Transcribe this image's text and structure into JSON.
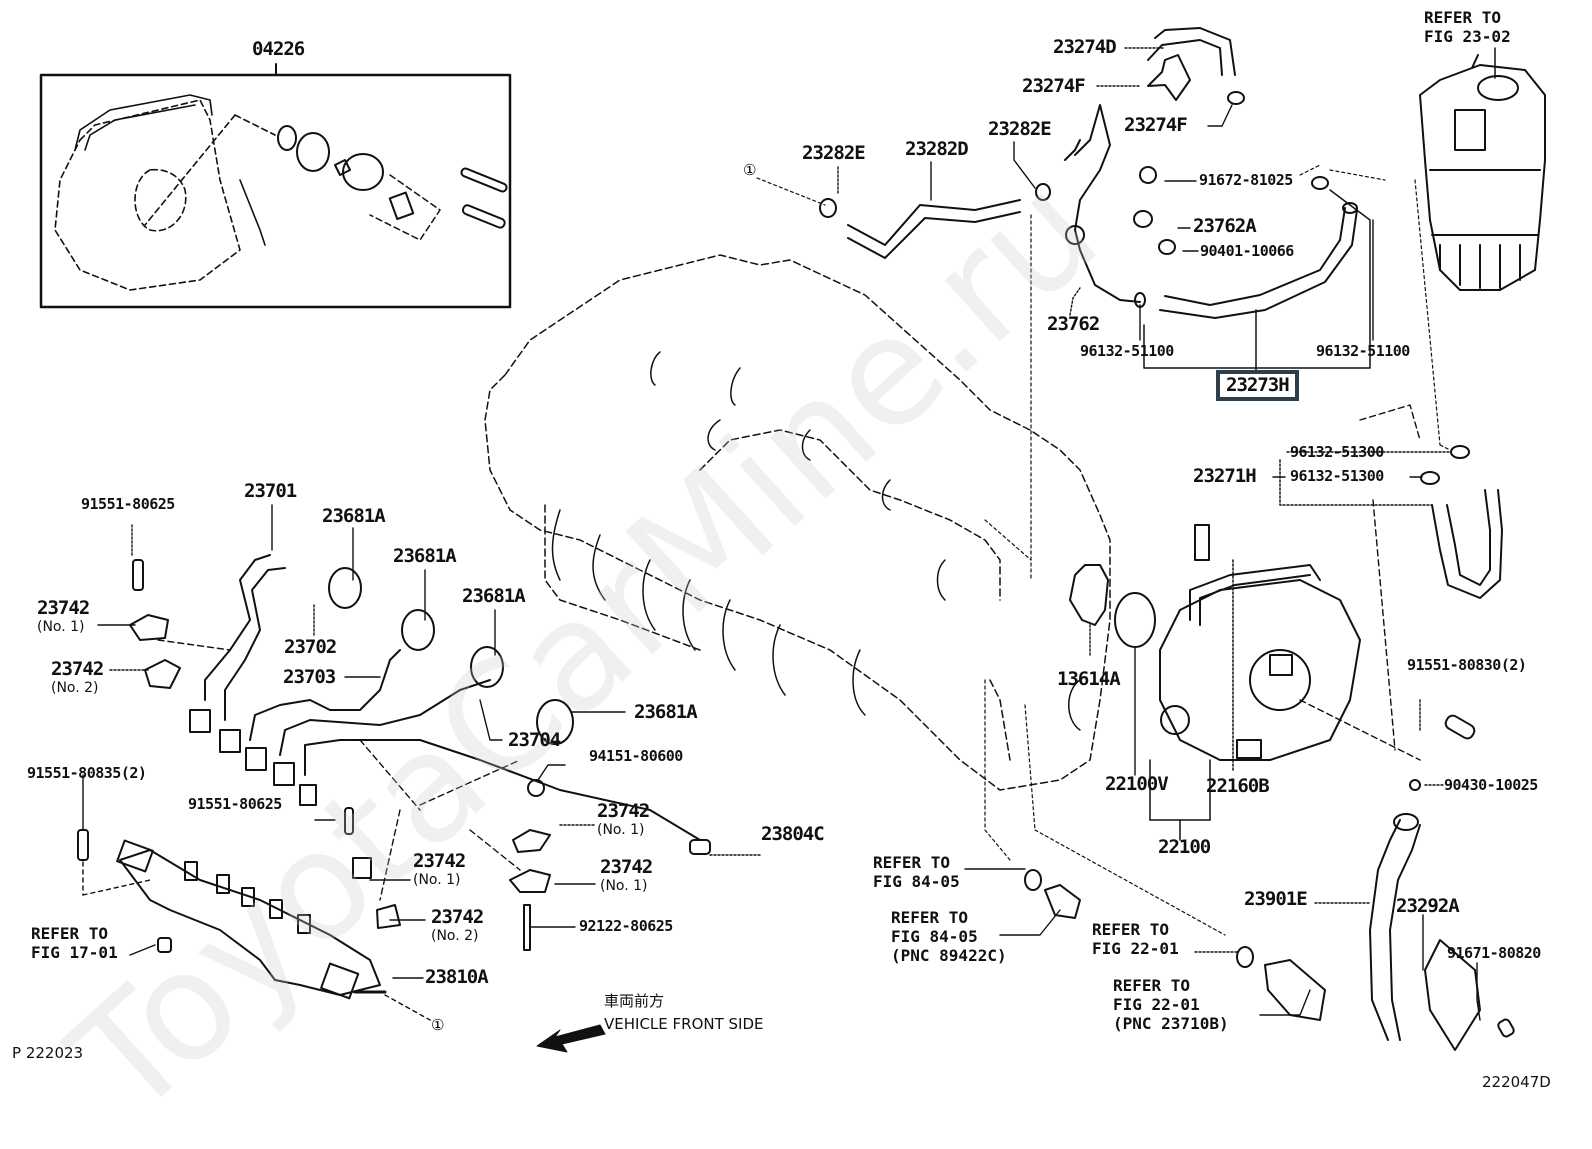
{
  "diagram": {
    "title": "Toyota fuel injection / common rail parts diagram",
    "figure_id": "222047D",
    "page_ref": "P 222023",
    "watermark": "ToyotaCarMine.ru",
    "vehicle_front": {
      "jp": "車両前方",
      "en": "VEHICLE FRONT SIDE"
    },
    "circle_ref": "①",
    "highlighted_part": "23273H"
  },
  "parts": {
    "p04226": "04226",
    "p23274D": "23274D",
    "p23274F_a": "23274F",
    "p23274F_b": "23274F",
    "p23282E_a": "23282E",
    "p23282D": "23282D",
    "p23282E_b": "23282E",
    "p91672": "91672-81025",
    "p23762A": "23762A",
    "p90401": "90401-10066",
    "p23762": "23762",
    "p96132_a": "96132-51100",
    "p96132_b": "96132-51100",
    "p23273H": "23273H",
    "p96132_c": "96132-51300",
    "p96132_d": "96132-51300",
    "p23271H": "23271H",
    "p91551_80625_a": "91551-80625",
    "p23701": "23701",
    "p23681A_a": "23681A",
    "p23681A_b": "23681A",
    "p23681A_c": "23681A",
    "p23681A_d": "23681A",
    "p23742_a": "23742",
    "p23742_b": "23742",
    "p23702": "23702",
    "p23703": "23703",
    "p23704": "23704",
    "p13614A": "13614A",
    "p91551_80830": "91551-80830(2)",
    "p22100V": "22100V",
    "p22160B": "22160B",
    "p22100": "22100",
    "p90430": "90430-10025",
    "p91551_80835": "91551-80835(2)",
    "p94151": "94151-80600",
    "p91551_80625_b": "91551-80625",
    "p23742_c": "23742",
    "p23804C": "23804C",
    "p23742_d": "23742",
    "p23742_e": "23742",
    "p23742_f": "23742",
    "p92122": "92122-80625",
    "p23810A": "23810A",
    "p23901E": "23901E",
    "p23292A": "23292A",
    "p91671": "91671-80820"
  },
  "subs": {
    "no1": "(No. 1)",
    "no2": "(No. 2)"
  },
  "refers": {
    "fig23_02": "REFER TO\nFIG 23-02",
    "fig17_01": "REFER TO\nFIG 17-01",
    "fig84_05_a": "REFER TO\nFIG 84-05",
    "fig84_05_b": "REFER TO\nFIG 84-05\n(PNC 89422C)",
    "fig22_01_a": "REFER TO\nFIG 22-01",
    "fig22_01_b": "REFER TO\nFIG 22-01\n(PNC 23710B)"
  }
}
